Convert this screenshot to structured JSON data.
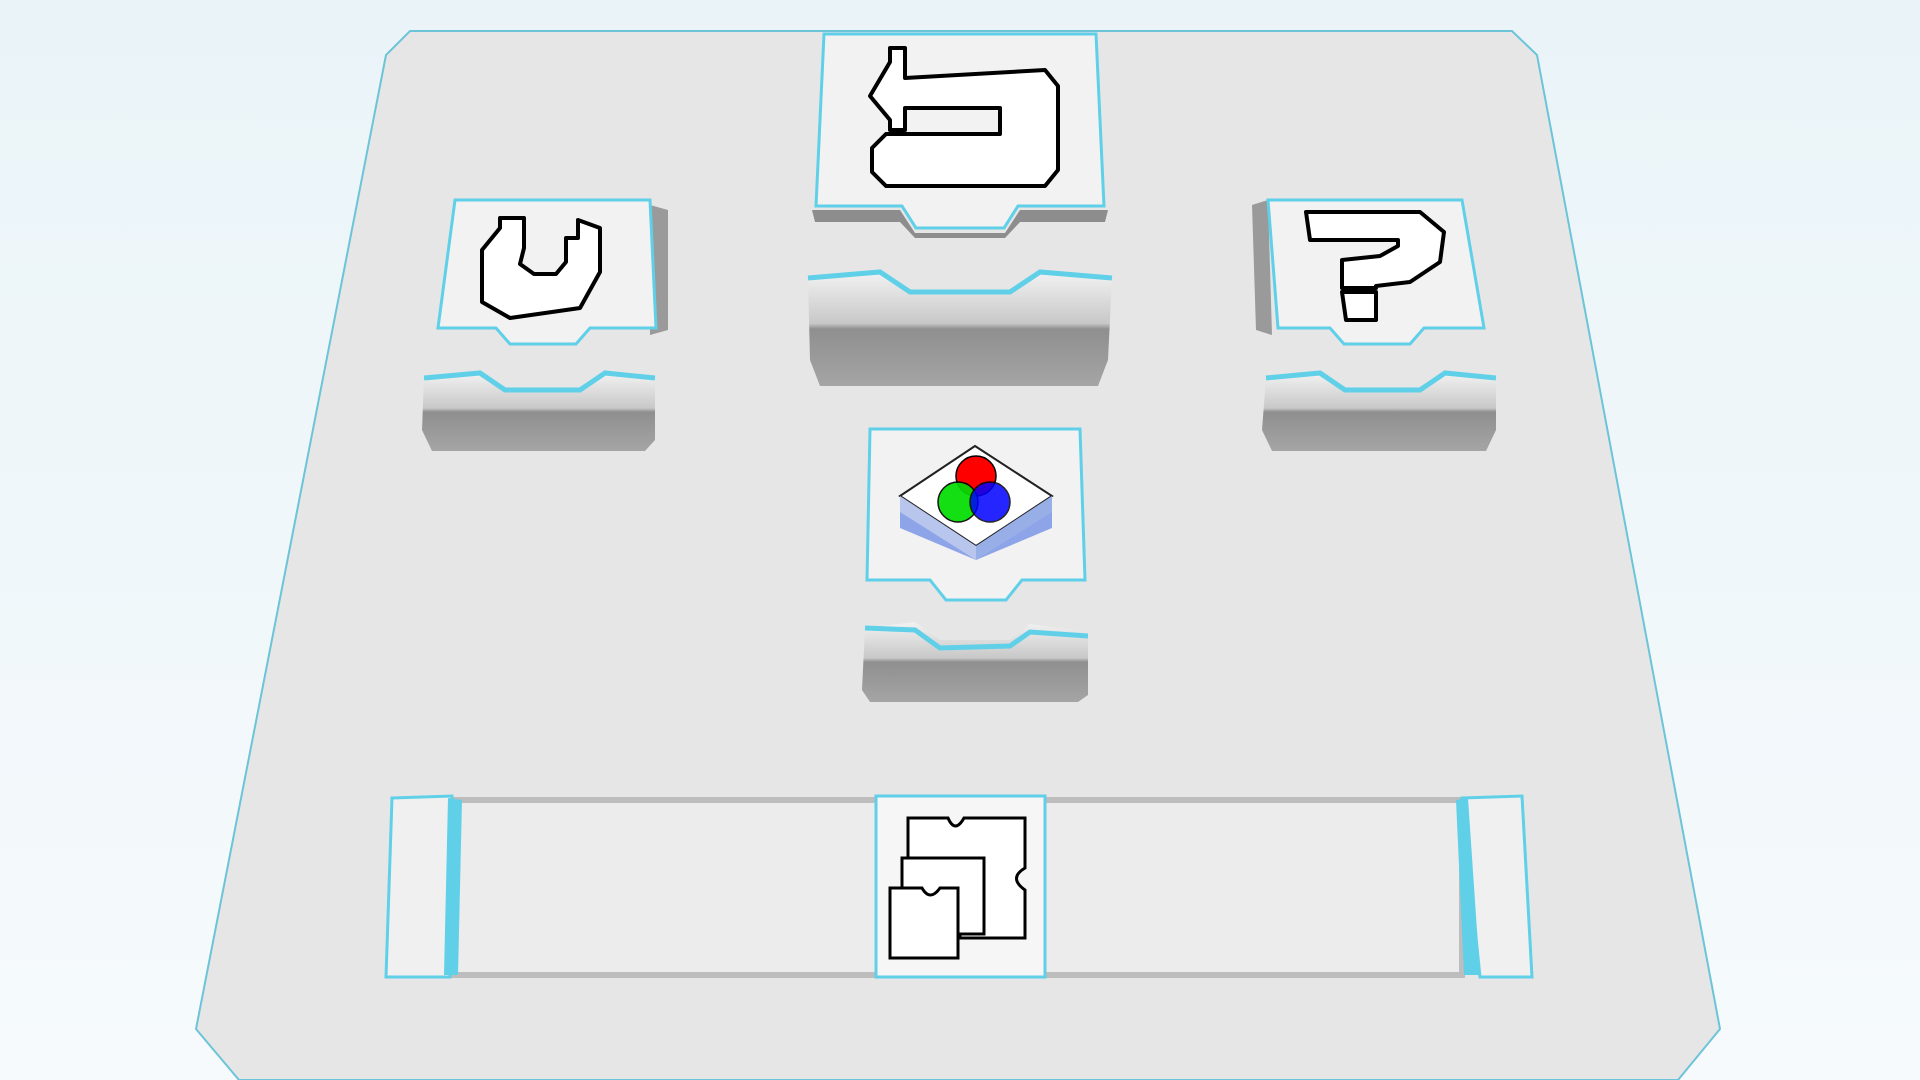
{
  "scene": {
    "background_color": "#eef6fa",
    "board_color": "#e6e6e6",
    "accent_color": "#5fd0e8",
    "side_color": "#9a9a9a"
  },
  "buttons": [
    {
      "icon": "back-arrow-icon",
      "action": "back"
    },
    {
      "icon": "restart-icon",
      "action": "restart"
    },
    {
      "icon": "help-question-icon",
      "action": "help"
    },
    {
      "icon": "color-rgb-circles-icon",
      "action": "colors"
    },
    {
      "icon": "puzzle-pieces-icon",
      "action": "puzzles"
    }
  ]
}
